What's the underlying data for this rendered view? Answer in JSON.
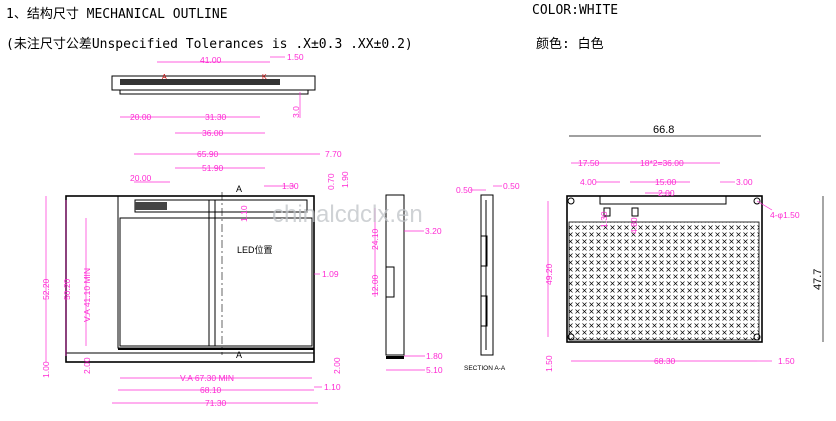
{
  "header": {
    "title": "1、结构尺寸 MECHANICAL OUTLINE",
    "tolerance": "(未注尺寸公差Unspecified Tolerances is .X±0.3 .XX±0.2)",
    "color_en": "COLOR:WHITE",
    "color_cn": "颜色: 白色"
  },
  "top_view": {
    "dims": [
      "41.00",
      "1.50",
      "20.00",
      "31.30",
      "3.0"
    ],
    "marks": [
      "A",
      "K"
    ]
  },
  "front_view": {
    "dims": {
      "d_36": "36.00",
      "d_6590": "65.90",
      "d_5190": "51.90",
      "d_770": "7.70",
      "d_2000": "20.00",
      "d_070": "0.70",
      "d_130": "1.30",
      "d_190": "1.90",
      "d_110": "1.10",
      "d_5220": "52.20",
      "d_5020": "50.20",
      "d_va_h": "V.A 41.10 MIN",
      "d_100": "1.00",
      "d_200l": "2.00",
      "d_va_w": "V.A 67.30 MIN",
      "d_6810": "68.10",
      "d_7130": "71.30",
      "d_200r": "2.00",
      "d_110r": "1.10",
      "d_109": "1.09"
    },
    "section_mark": "A",
    "led_label": "LED位置"
  },
  "side_view": {
    "dims": [
      "24.10",
      "3.20",
      "12.00",
      "1.80",
      "5.10"
    ]
  },
  "section_view": {
    "dims": [
      "0.50",
      "0.50"
    ],
    "caption": "SECTION A-A"
  },
  "back_view": {
    "dims": {
      "d_668": "66.8",
      "d_1750": "17.50",
      "d_18x2": "18*2=36.00",
      "d_400": "4.00",
      "d_1500": "15.00",
      "d_300": "3.00",
      "d_200": "2.00",
      "d_130": "1.30",
      "d_480": "4.80",
      "d_hole": "4-φ1.50",
      "d_4920": "49.20",
      "d_477": "47.7",
      "d_150l": "1.50",
      "d_6830": "68.30",
      "d_150r": "1.50"
    }
  },
  "watermark": "chinalcdclx.en"
}
